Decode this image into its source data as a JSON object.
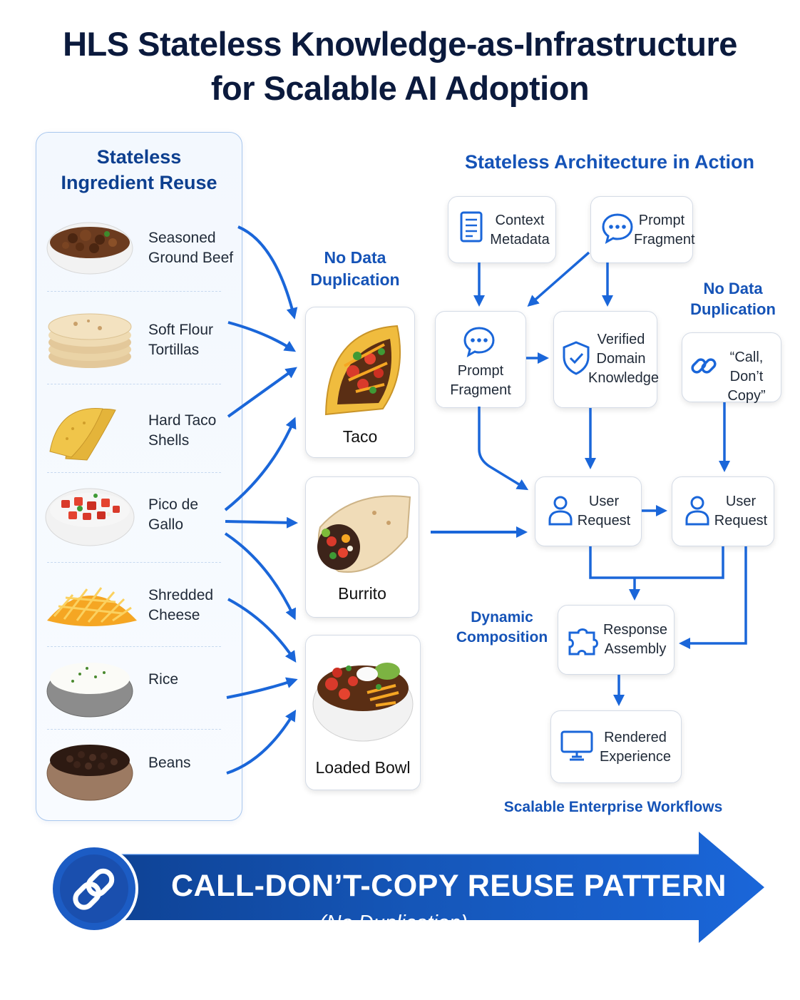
{
  "title": {
    "line1": "HLS Stateless Knowledge-as-Infrastructure",
    "line2": "for Scalable AI Adoption"
  },
  "left_panel": {
    "title_line1": "Stateless",
    "title_line2": "Ingredient Reuse",
    "ingredients": [
      {
        "line1": "Seasoned",
        "line2": "Ground Beef",
        "icon": "ground-beef-bowl"
      },
      {
        "line1": "Soft Flour",
        "line2": "Tortillas",
        "icon": "tortilla-stack"
      },
      {
        "line1": "Hard Taco",
        "line2": "Shells",
        "icon": "taco-shells"
      },
      {
        "line1": "Pico de",
        "line2": "Gallo",
        "icon": "pico-bowl"
      },
      {
        "line1": "Shredded",
        "line2": "Cheese",
        "icon": "cheese-pile"
      },
      {
        "line1": "Rice",
        "line2": "",
        "icon": "rice-bowl"
      },
      {
        "line1": "Beans",
        "line2": "",
        "icon": "beans-bowl"
      }
    ]
  },
  "middle": {
    "no_dup_line1": "No Data",
    "no_dup_line2": "Duplication",
    "dishes": [
      {
        "label": "Taco",
        "icon": "taco"
      },
      {
        "label": "Burrito",
        "icon": "burrito"
      },
      {
        "label": "Loaded Bowl",
        "icon": "loaded-bowl"
      }
    ]
  },
  "architecture": {
    "heading": "Stateless Architecture in Action",
    "context_metadata": {
      "line1": "Context",
      "line2": "Metadata",
      "icon": "document-icon"
    },
    "prompt_fragment_top": {
      "line1": "Prompt",
      "line2": "Fragment",
      "icon": "chat-bubble-icon"
    },
    "prompt_fragment_mid": {
      "line1": "Prompt",
      "line2": "Fragment",
      "icon": "chat-bubble-icon"
    },
    "verified_knowledge": {
      "line1": "Verified",
      "line2": "Domain",
      "line3": "Knowledge",
      "icon": "shield-check-icon"
    },
    "no_dup_line1": "No Data",
    "no_dup_line2": "Duplication",
    "call_dont_copy": {
      "line1": "“Call,",
      "line2": "Don’t Copy”",
      "icon": "chain-link-icon"
    },
    "user_request_1": {
      "line1": "User",
      "line2": "Request",
      "icon": "user-icon"
    },
    "user_request_2": {
      "line1": "User",
      "line2": "Request",
      "icon": "user-icon"
    },
    "dynamic_line1": "Dynamic",
    "dynamic_line2": "Composition",
    "response_assembly": {
      "line1": "Response",
      "line2": "Assembly",
      "icon": "puzzle-icon"
    },
    "rendered_experience": {
      "line1": "Rendered",
      "line2": "Experience",
      "icon": "monitor-icon"
    },
    "footer": "Scalable Enterprise Workflows"
  },
  "banner": {
    "main": "CALL-DON’T-COPY REUSE PATTERN",
    "sub": "(No Duplication)",
    "icon": "chain-link-icon"
  },
  "colors": {
    "accent": "#1a66d9",
    "heading": "#0d3f8f",
    "title": "#0b1a3d",
    "banner": "#1556b8"
  }
}
